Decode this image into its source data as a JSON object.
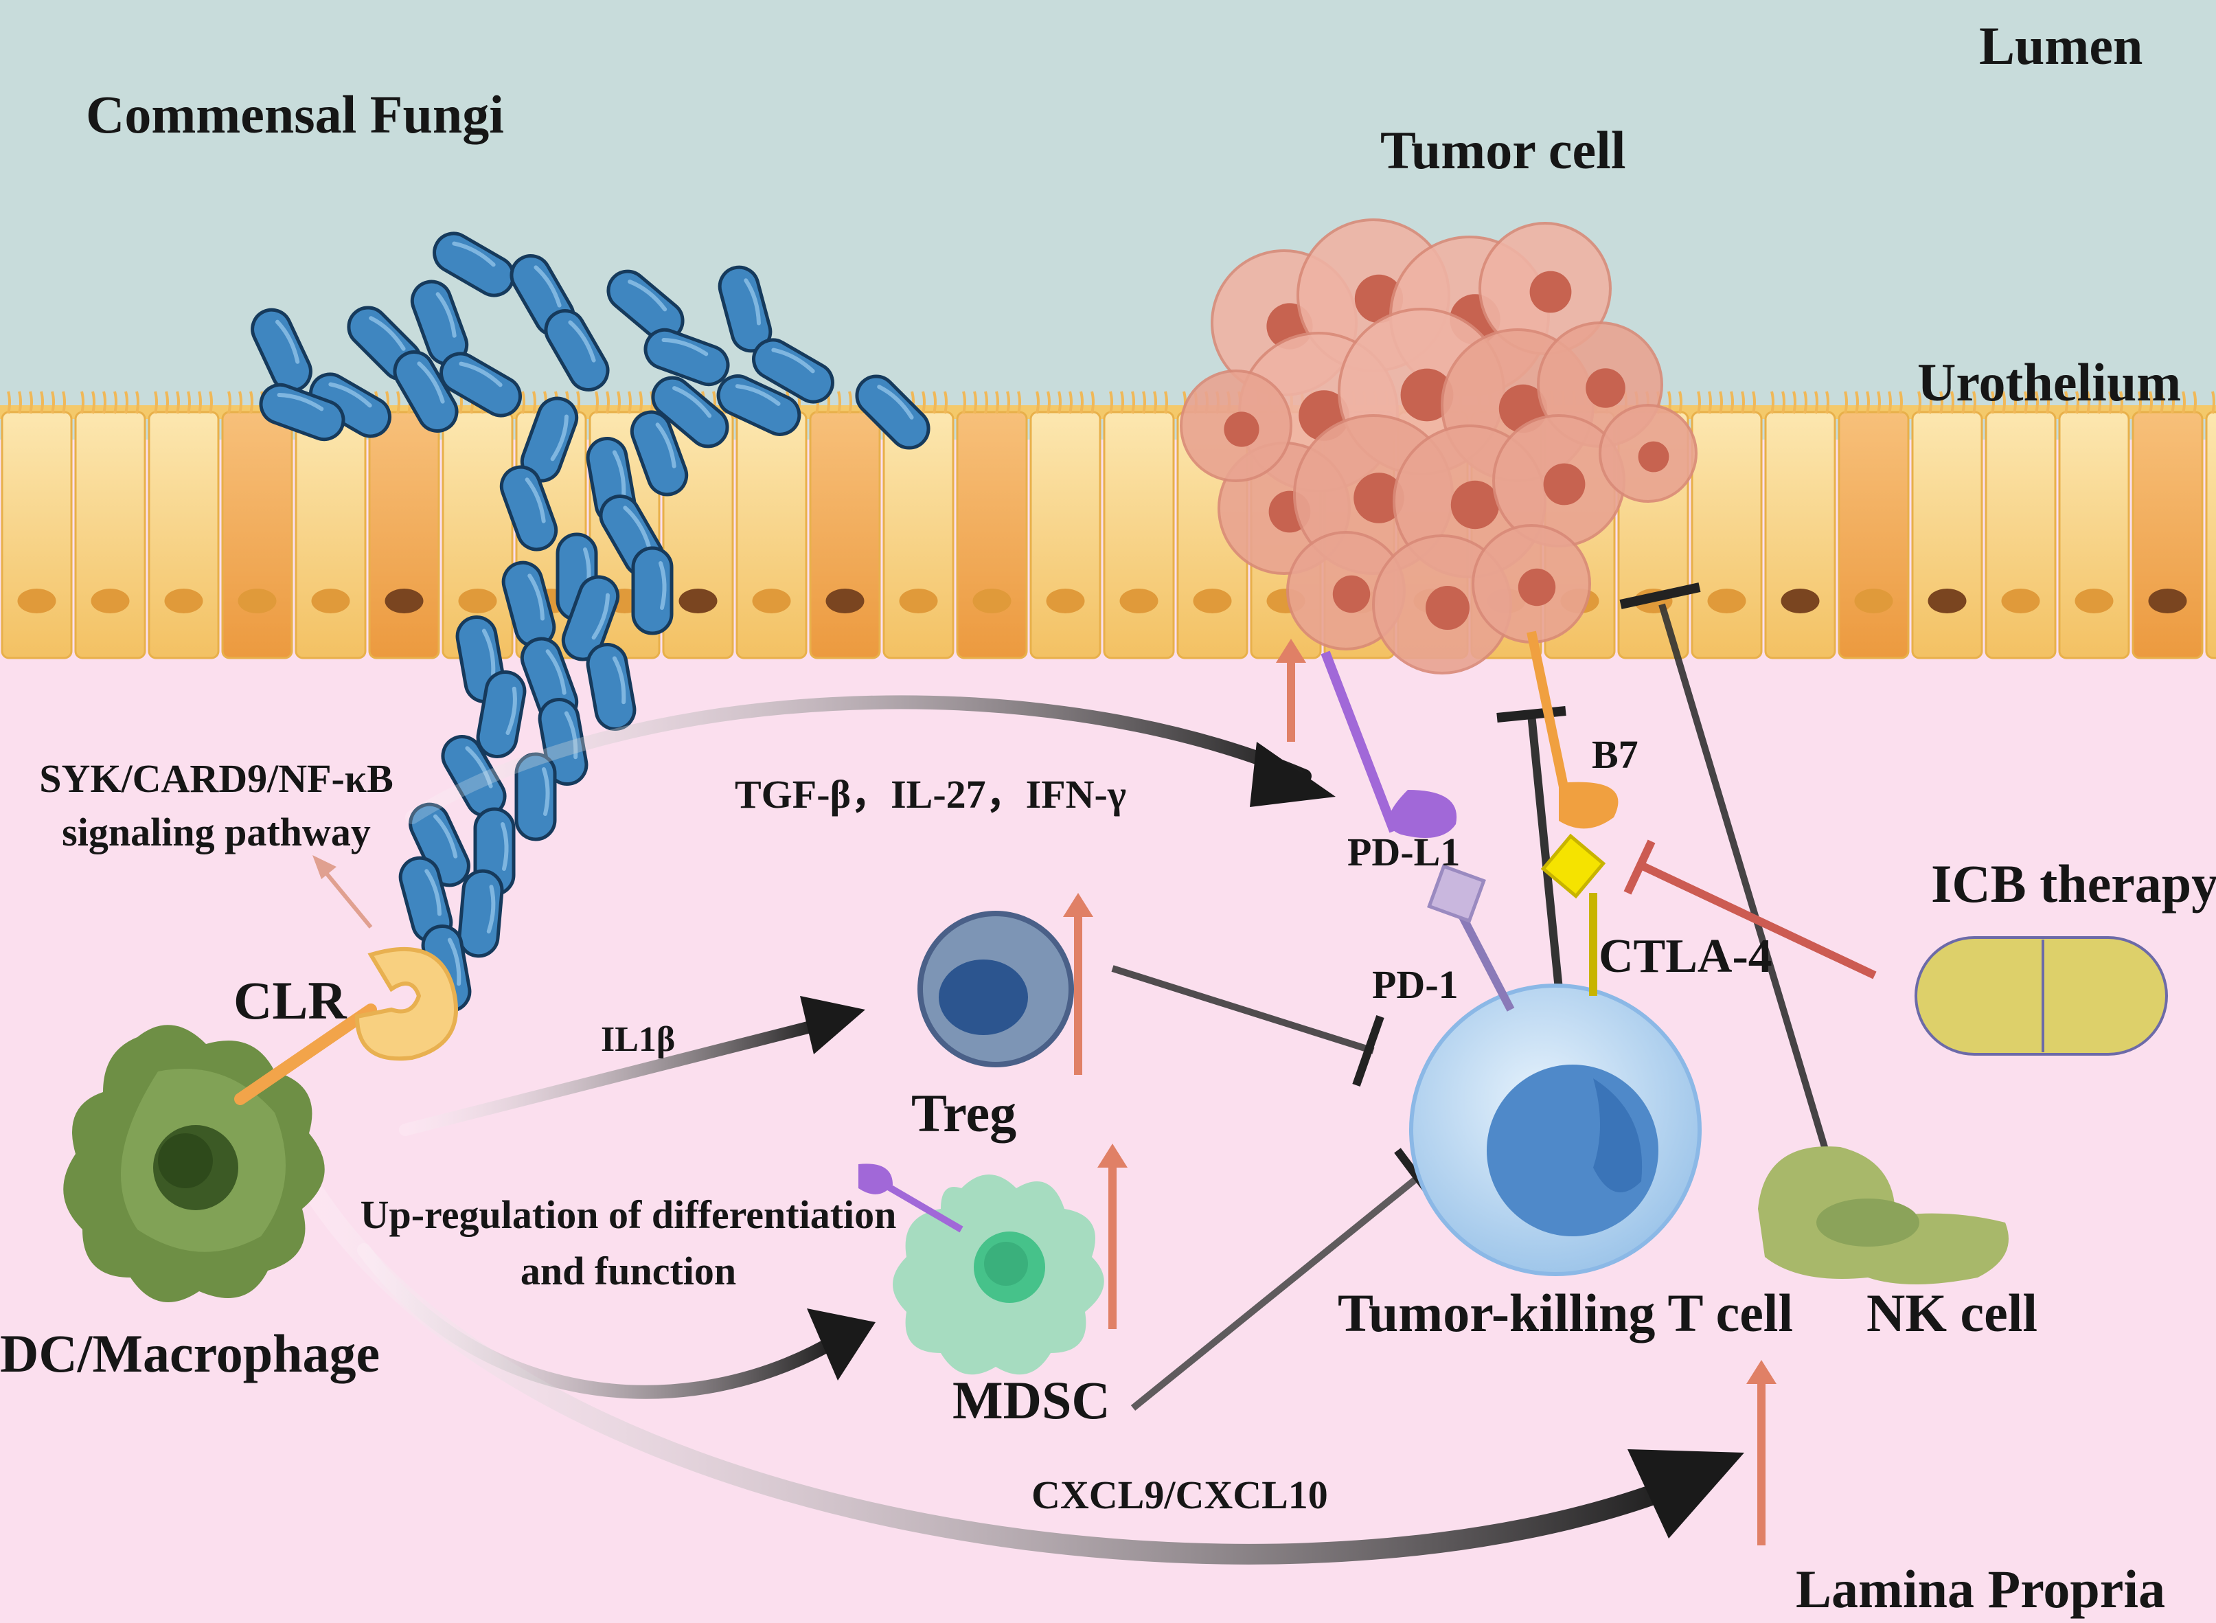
{
  "regions": {
    "lumen": "Lumen",
    "urothelium": "Urothelium",
    "lamina_propria": "Lamina Propria"
  },
  "entities": {
    "fungi": "Commensal Fungi",
    "tumor": "Tumor cell",
    "clr": "CLR",
    "dc": "DC/Macrophage",
    "treg": "Treg",
    "mdsc": "MDSC",
    "tcell": "Tumor-killing T cell",
    "nk": "NK cell",
    "icb": "ICB therapy"
  },
  "molecules": {
    "pdl1": "PD-L1",
    "pd1": "PD-1",
    "b7": "B7",
    "ctla4": "CTLA-4"
  },
  "pathways": {
    "syk_line1": "SYK/CARD9/NF-κB",
    "syk_line2": "signaling pathway",
    "cytokines": "TGF-β，IL-27，IFN-γ",
    "il1b": "IL1β",
    "updiff_line1": "Up-regulation of differentiation",
    "updiff_line2": "and function",
    "cxcl": "CXCL9/CXCL10"
  },
  "colors": {
    "lumen": "#c8dcdb",
    "tissue": "#fbdfee",
    "urothelium": "#f7cf7d",
    "fungi": "#3f86c0",
    "tumor": "#e69b88",
    "dc": "#6e8f45",
    "treg": "#5f7fa8",
    "mdsc": "#9ad6b7",
    "tcell": "#a9cdee",
    "nk": "#a8b86a",
    "icb": "#ddd06a",
    "up_arrow": "#e08066",
    "inhibit": "#222222"
  }
}
